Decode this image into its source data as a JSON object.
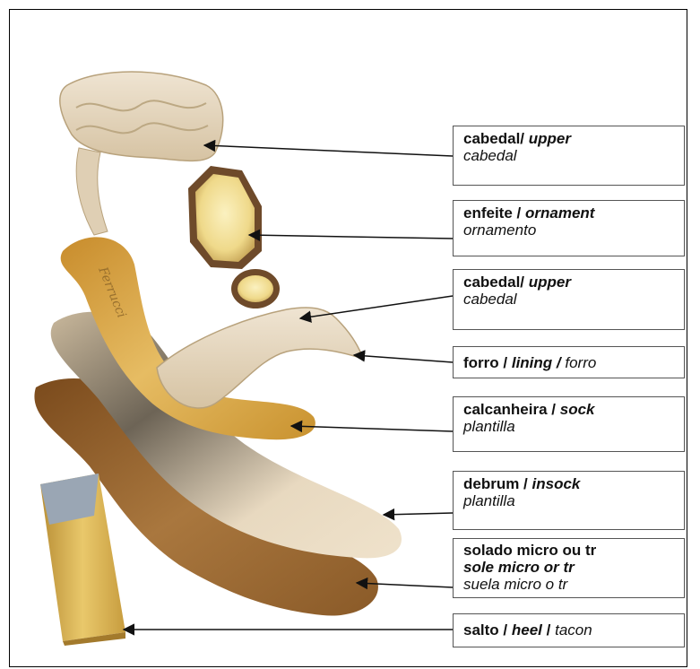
{
  "labels": [
    {
      "id": "upper-top",
      "pt": "cabedal/",
      "en": "upper",
      "es": "cabedal"
    },
    {
      "id": "ornament",
      "pt": "enfeite /",
      "en": "ornament",
      "es": "ornamento"
    },
    {
      "id": "upper-front",
      "pt": "cabedal/",
      "en": "upper",
      "es": "cabedal"
    },
    {
      "id": "lining",
      "pt": "forro /",
      "en": "lining",
      "sep": "/",
      "es": "forro"
    },
    {
      "id": "sock",
      "pt": "calcanheira  /",
      "en": "sock",
      "es": "plantilla"
    },
    {
      "id": "insock",
      "pt": "debrum /",
      "en": "insock",
      "es": "plantilla"
    },
    {
      "id": "sole",
      "pt": "solado micro ou tr",
      "en": "sole micro or tr",
      "es": "suela micro o tr"
    },
    {
      "id": "heel",
      "pt": "salto /",
      "en": "heel",
      "sep": "/",
      "es": "tacon"
    }
  ],
  "insole_brand": "Ferrucci",
  "colors": {
    "border": "#000000",
    "label_border": "#555555",
    "text": "#111111",
    "leather": "#e6d7bf",
    "insole": "#d9a94a",
    "sole": "#9a6a33",
    "heel_wood": "#d8b050"
  }
}
